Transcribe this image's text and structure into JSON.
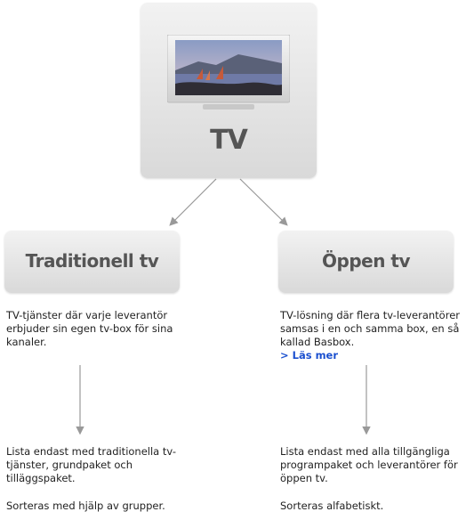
{
  "tv_card": {
    "title": "TV"
  },
  "options": {
    "left": {
      "title": "Traditionell tv",
      "description": "TV-tjänster där varje leverantör erbjuder sin egen tv-box för sina kanaler.",
      "list_text": "Lista endast med traditionella tv-tjänster, grundpaket och tilläggspaket.",
      "sort_text": "Sorteras med hjälp av grupper."
    },
    "right": {
      "title": "Öppen tv",
      "description": "TV-lösning där flera tv-leverantörer samsas i en och samma box, en så kallad Basbox.",
      "link_label": "> Läs mer",
      "list_text": "Lista endast med alla tillgängliga programpaket och leverantörer för öppen tv.",
      "sort_text": "Sorteras alfabetiskt."
    }
  },
  "colors": {
    "link": "#1a4fcf",
    "card_top": "#f2f2f2",
    "card_bottom": "#d9d9d9",
    "arrow": "#999999"
  }
}
